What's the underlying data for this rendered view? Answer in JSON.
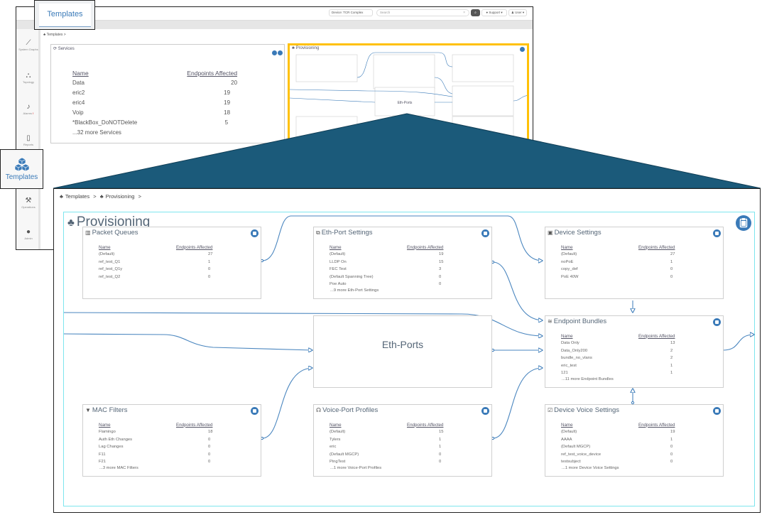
{
  "app": {
    "tab_title": "Templates",
    "device_selector": "Device: TCR Complex",
    "search_placeholder": "Search",
    "search_clear": "×",
    "search_button_icon": "search-icon",
    "support_label": "● Support ▾",
    "user_label": "♟ User ▾"
  },
  "sidebar": {
    "items": [
      {
        "label": "System Graphs",
        "icon": "chart-icon",
        "glyph": "📈"
      },
      {
        "label": "Topology",
        "icon": "topology-icon",
        "glyph": "⛬"
      },
      {
        "label": "Alarms",
        "icon": "bell-icon",
        "glyph": "🔔",
        "badge": "!"
      },
      {
        "label": "Reports",
        "icon": "clipboard-icon",
        "glyph": "📋"
      },
      {
        "label": "Templates",
        "icon": "cubes-icon",
        "glyph": "▦"
      },
      {
        "label": "Operations",
        "icon": "wrench-icon",
        "glyph": "🔧"
      },
      {
        "label": "Admin",
        "icon": "user-icon",
        "glyph": "👤"
      }
    ]
  },
  "background_page": {
    "breadcrumb": "♣ Templates  >",
    "services_card": {
      "title": "⟳ Services",
      "columns": [
        "Name",
        "Endpoints Affected"
      ],
      "rows": [
        [
          "Data",
          "20"
        ],
        [
          "eric2",
          "19"
        ],
        [
          "eric4",
          "19"
        ],
        [
          "Voip",
          "18"
        ],
        [
          "*BlackBox_DoNOTDelete",
          "5"
        ]
      ],
      "more": "...32 more Services"
    },
    "provisioning_card_title": "♣ Provisioning"
  },
  "callouts": {
    "tab_label": "Templates",
    "sidebar_label": "Templates"
  },
  "provisioning": {
    "breadcrumb": [
      "Templates",
      ">",
      "Provisioning",
      ">"
    ],
    "title": "Provisioning",
    "column_name": "Name",
    "column_endpoints": "Endpoints Affected",
    "center_node": "Eth-Ports",
    "nodes": {
      "packet_queues": {
        "title": "Packet Queues",
        "rows": [
          [
            "(Default)",
            "27"
          ],
          [
            "ref_test_Q1",
            "1"
          ],
          [
            "ref_test_Q1y",
            "0"
          ],
          [
            "ref_test_Q2",
            "0"
          ]
        ],
        "more": ""
      },
      "eth_port_settings": {
        "title": "Eth-Port Settings",
        "rows": [
          [
            "(Default)",
            "19"
          ],
          [
            "LLDP On",
            "15"
          ],
          [
            "FEC Test",
            "3"
          ],
          [
            "(Default Spanning Tree)",
            "0"
          ],
          [
            "Poe Auto",
            "0"
          ]
        ],
        "more": "...9 more Eth-Port Settings"
      },
      "device_settings": {
        "title": "Device Settings",
        "rows": [
          [
            "(Default)",
            "27"
          ],
          [
            "noPoE",
            "1"
          ],
          [
            "copy_def",
            "0"
          ],
          [
            "PoE 40W",
            "0"
          ]
        ],
        "more": ""
      },
      "endpoint_bundles": {
        "title": "Endpoint Bundles",
        "rows": [
          [
            "Data Only",
            "13"
          ],
          [
            "Data_Only200",
            "2"
          ],
          [
            "bundle_no_vlans",
            "2"
          ],
          [
            "eric_test",
            "1"
          ],
          [
            "121",
            "1"
          ]
        ],
        "more": "...11 more Endpoint Bundles"
      },
      "mac_filters": {
        "title": "MAC Filters",
        "rows": [
          [
            "Flamingo",
            "18"
          ],
          [
            "Auth Eth Changes",
            "0"
          ],
          [
            "Lag Changes",
            "0"
          ],
          [
            "F11",
            "0"
          ],
          [
            "F21",
            "0"
          ]
        ],
        "more": "...3 more MAC Filters"
      },
      "voice_port_profiles": {
        "title": "Voice-Port Profiles",
        "rows": [
          [
            "(Default)",
            "15"
          ],
          [
            "Tylers",
            "1"
          ],
          [
            "eric",
            "1"
          ],
          [
            "(Default MGCP)",
            "0"
          ],
          [
            "PingTest",
            "0"
          ]
        ],
        "more": "...1 more Voice-Port Profiles"
      },
      "device_voice_settings": {
        "title": "Device Voice Settings",
        "rows": [
          [
            "(Default)",
            "19"
          ],
          [
            "AAAA",
            "1"
          ],
          [
            "(Default MGCP)",
            "0"
          ],
          [
            "ref_test_voice_device",
            "0"
          ],
          [
            "testsubject",
            "0"
          ]
        ],
        "more": "...1 more Device Voice Settings"
      }
    }
  },
  "colors": {
    "accent": "#3a7ab8",
    "highlight_border": "#ffc107",
    "panel_border": "#7ee6ee",
    "wedge": "#1b5a7a"
  }
}
